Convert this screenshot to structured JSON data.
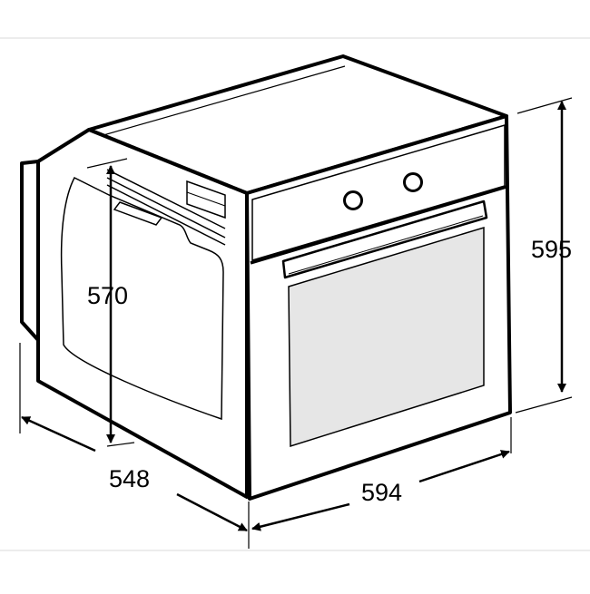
{
  "diagram": {
    "type": "dimension-drawing",
    "subject": "built-in oven",
    "dimensions": {
      "width": "594",
      "height": "595",
      "depth": "548",
      "niche_height": "570"
    },
    "colors": {
      "line": "#000000",
      "window": "#e6e6e6",
      "background": "#ffffff",
      "frame_rule": "#d9d9d9"
    }
  }
}
